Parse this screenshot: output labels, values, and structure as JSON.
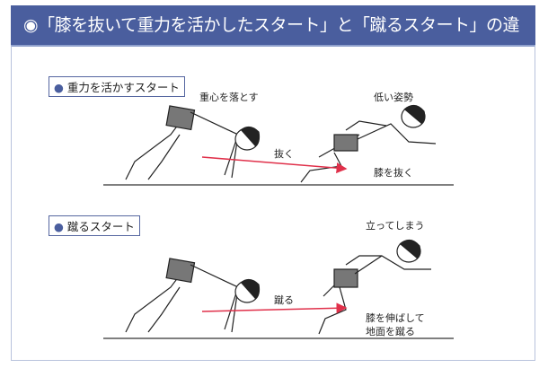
{
  "title": "◉「膝を抜いて重力を活かしたスタート」と「蹴るスタート」の違い",
  "sections": [
    {
      "label": "重力を活かすスタート",
      "annotations": {
        "left_pose": "重心を落とす",
        "right_pose": "低い姿勢",
        "arrow": "抜く",
        "knee": "膝を抜く"
      }
    },
    {
      "label": "蹴るスタート",
      "annotations": {
        "right_pose": "立ってしまう",
        "arrow": "蹴る",
        "knee_line1": "膝を伸ばして",
        "knee_line2": "地面を蹴る"
      }
    }
  ],
  "colors": {
    "header": "#4a5e9e",
    "arrow": "#e0304a"
  }
}
